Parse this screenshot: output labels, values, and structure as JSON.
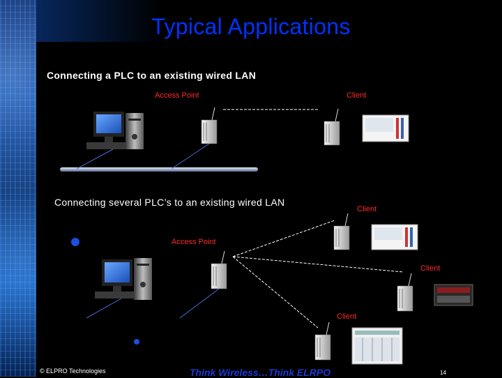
{
  "title": "Typical Applications",
  "section1": {
    "heading": "Connecting a PLC to an existing wired LAN",
    "access_point_label": "Access Point",
    "client_label": "Client"
  },
  "section2": {
    "heading": "Connecting several PLC’s to an existing wired LAN",
    "client_top_label": "Client",
    "access_point_label": "Access Point",
    "client_right_label": "Client",
    "client_bottom_label": "Client"
  },
  "footer": {
    "copyright": "© ELPRO Technologies",
    "slogan": "Think Wireless…Think ELRPO",
    "page_number": "14"
  },
  "colors": {
    "title": "#0033ff",
    "label": "#ff2a2a",
    "lan_cable": "#b8c4d8",
    "link_line": "#4a6fe0"
  }
}
